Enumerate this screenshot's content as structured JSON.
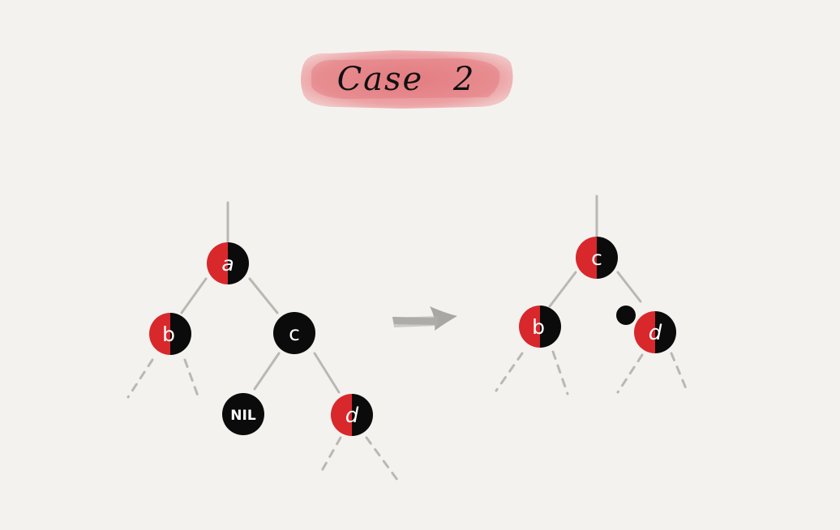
{
  "title": "Case 2",
  "colors": {
    "background": "#f4f2ee",
    "red": "#d8282c",
    "black": "#0b0b0b",
    "edge": "#b9b8b4",
    "arrow": "#a8a7a3",
    "title_highlight": "#e88a8e"
  },
  "diagram": {
    "left_tree": {
      "nodes": [
        {
          "id": "a",
          "label": "a",
          "color": "red-black"
        },
        {
          "id": "b",
          "label": "b",
          "color": "red-black"
        },
        {
          "id": "c",
          "label": "c",
          "color": "black"
        },
        {
          "id": "nil",
          "label": "NIL",
          "color": "black"
        },
        {
          "id": "d",
          "label": "d",
          "color": "red-black"
        }
      ]
    },
    "right_tree": {
      "nodes": [
        {
          "id": "c",
          "label": "c",
          "color": "red-black"
        },
        {
          "id": "b",
          "label": "b",
          "color": "red-black"
        },
        {
          "id": "d",
          "label": "d",
          "color": "red-black",
          "extra_black_dot": true
        }
      ]
    },
    "arrow": "right-arrow"
  }
}
